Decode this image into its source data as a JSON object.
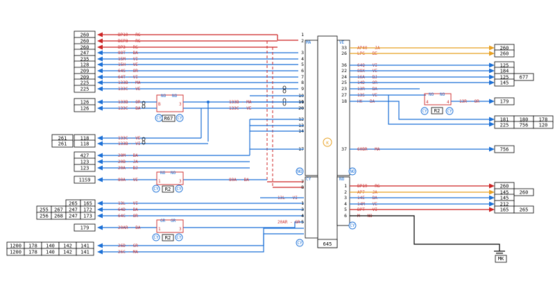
{
  "colors": {
    "red": "#cc2222",
    "blue": "#1a6fd6",
    "orange": "#e8a020",
    "black": "#000000",
    "text_red": "#cc3333"
  },
  "main_component": {
    "label": "645",
    "symbol": "K",
    "connectors": {
      "left_top": "MA",
      "right_top": "VE",
      "left_bottom": "CY",
      "right_bottom": "NO",
      "badges": [
        "NO",
        "NO",
        "CY",
        "CY"
      ]
    }
  },
  "left_top_wires": [
    {
      "box": "260",
      "label": "BP10 - RG",
      "pin": "1",
      "color": "red"
    },
    {
      "box": "260",
      "label": "BCP3 - RG",
      "pin": "2",
      "color": "red"
    },
    {
      "box": "260",
      "label": "BP3 - RG",
      "pin": "",
      "color": "red"
    },
    {
      "box": "247",
      "label": "88T - BA",
      "pin": "3",
      "color": "blue"
    },
    {
      "box": "235",
      "label": "15M - VI",
      "pin": "4",
      "color": "blue"
    },
    {
      "box": "128",
      "label": "15H - VE",
      "pin": "5",
      "color": "blue"
    },
    {
      "box": "209",
      "label": "64S - OR",
      "pin": "6",
      "color": "blue"
    },
    {
      "box": "209",
      "label": "64T - VI",
      "pin": "7",
      "color": "blue"
    },
    {
      "box": "225",
      "label": "133B - MA",
      "pin": "8",
      "color": "blue"
    },
    {
      "box": "225",
      "label": "133C - VE",
      "pin": "9",
      "color": "blue"
    }
  ],
  "pin_labels_left_extra": [
    "10",
    "11",
    "12",
    "13",
    "14",
    "17"
  ],
  "relay_r67": {
    "name": "R67",
    "contacts": [
      "NO",
      "NO"
    ],
    "pins": [
      "B",
      "B",
      "3",
      "3"
    ],
    "badges": [
      "CY",
      "CY"
    ]
  },
  "relay_r67_wires": [
    {
      "box": "126",
      "label": "133B - OR",
      "mid_label": "133B - MA",
      "pin": "19"
    },
    {
      "box": "126",
      "label": "133C - BA",
      "mid_label": "133C - VE",
      "pin": "20"
    }
  ],
  "left_pair_wires": [
    {
      "box1": "261",
      "box2": "118",
      "label": "133C - VE"
    },
    {
      "box1": "261",
      "box2": "118",
      "label": "133B - VI"
    }
  ],
  "left_mid_wires": [
    {
      "box": "427",
      "label": "20M - BA"
    },
    {
      "box": "123",
      "label": "20B - JA"
    },
    {
      "box": "123",
      "label": "20A - BJ"
    }
  ],
  "relay_r2_a": {
    "name": "R2",
    "contacts": [
      "NO",
      "NO"
    ],
    "pins": [
      "1",
      "3"
    ],
    "badges": [
      "CY",
      "CY"
    ],
    "box": "11S9",
    "left_label": "80A - VE",
    "right_label": "80A - BA"
  },
  "left_bottom_wires": [
    {
      "boxes": [
        "265",
        "165"
      ],
      "label": "13L - VI",
      "pin": "1"
    },
    {
      "boxes": [
        "255",
        "267",
        "247",
        "172"
      ],
      "label": "64D - BA",
      "pin": "3"
    },
    {
      "boxes": [
        "256",
        "268",
        "247",
        "173"
      ],
      "label": "64C - OR",
      "pin": "4"
    }
  ],
  "ground_13l": "13L - VI",
  "relay_r2_b": {
    "name": "R2",
    "contacts": [
      "GR",
      "GR"
    ],
    "pins": [
      "1",
      "3"
    ],
    "badges": [
      "CY",
      "CY"
    ],
    "box": "179",
    "left_label": "20AR - BA",
    "right_label": "20AR - GR",
    "pin": "5"
  },
  "left_lowest_wires": [
    {
      "boxes": [
        "1200",
        "178",
        "140",
        "142",
        "141"
      ],
      "label": "26D - GR",
      "pin": "7"
    },
    {
      "boxes": [
        "1200",
        "178",
        "140",
        "142",
        "141"
      ],
      "label": "26C - MA",
      "pin": "8"
    }
  ],
  "right_top_wires": [
    {
      "pin": "33",
      "label": "AP40 - JA",
      "boxes": [
        "260"
      ],
      "color": "orange"
    },
    {
      "pin": "26",
      "label": "LPG - BE",
      "boxes": [
        "260"
      ],
      "color": "orange"
    },
    {
      "pin": "36",
      "label": "64Q - VI",
      "boxes": [
        "125"
      ],
      "color": "blue"
    },
    {
      "pin": "22",
      "label": "88X - VE",
      "boxes": [
        "184"
      ],
      "color": "blue"
    },
    {
      "pin": "24",
      "label": "16A - BJ",
      "boxes": [
        "125",
        "677"
      ],
      "color": "blue"
    },
    {
      "pin": "25",
      "label": "14D - OR",
      "boxes": [
        "145"
      ],
      "color": "blue"
    },
    {
      "pin": "23",
      "label": "13R - BA",
      "boxes": [],
      "color": "blue"
    },
    {
      "pin": "27",
      "label": "13S - VE",
      "boxes": [],
      "color": "blue"
    },
    {
      "pin": "18",
      "label": "HK - BA",
      "boxes": [],
      "color": "blue"
    }
  ],
  "relay_r2_c": {
    "name": "R2",
    "contacts": [
      "NO",
      "NO"
    ],
    "pins": [
      "4",
      "4"
    ],
    "badges": [
      "CY",
      "CY"
    ],
    "label": "13R - OR",
    "box": "179"
  },
  "right_multi_boxes": [
    [
      "181",
      "180",
      "178"
    ],
    [
      "225",
      "756",
      "120"
    ]
  ],
  "right_single_wire": {
    "pin": "37",
    "label": "60BR - MA",
    "box": "756"
  },
  "right_bottom_wires": [
    {
      "pin": "1",
      "label": "BP19 - RG",
      "boxes": [
        "260"
      ],
      "color": "red"
    },
    {
      "pin": "2",
      "label": "AP7 - JA",
      "boxes": [
        "145",
        "260"
      ],
      "color": "orange"
    },
    {
      "pin": "3",
      "label": "14E - BA",
      "boxes": [
        "145"
      ],
      "color": "blue"
    },
    {
      "pin": "4",
      "label": "14M - VE",
      "boxes": [
        "212"
      ],
      "color": "blue"
    },
    {
      "pin": "5",
      "label": "BPT - VI",
      "boxes": [
        "165",
        "265"
      ],
      "color": "red"
    },
    {
      "pin": "6",
      "label": "M - NO",
      "boxes": [],
      "color": "black"
    }
  ],
  "ground": {
    "label": "MK"
  }
}
